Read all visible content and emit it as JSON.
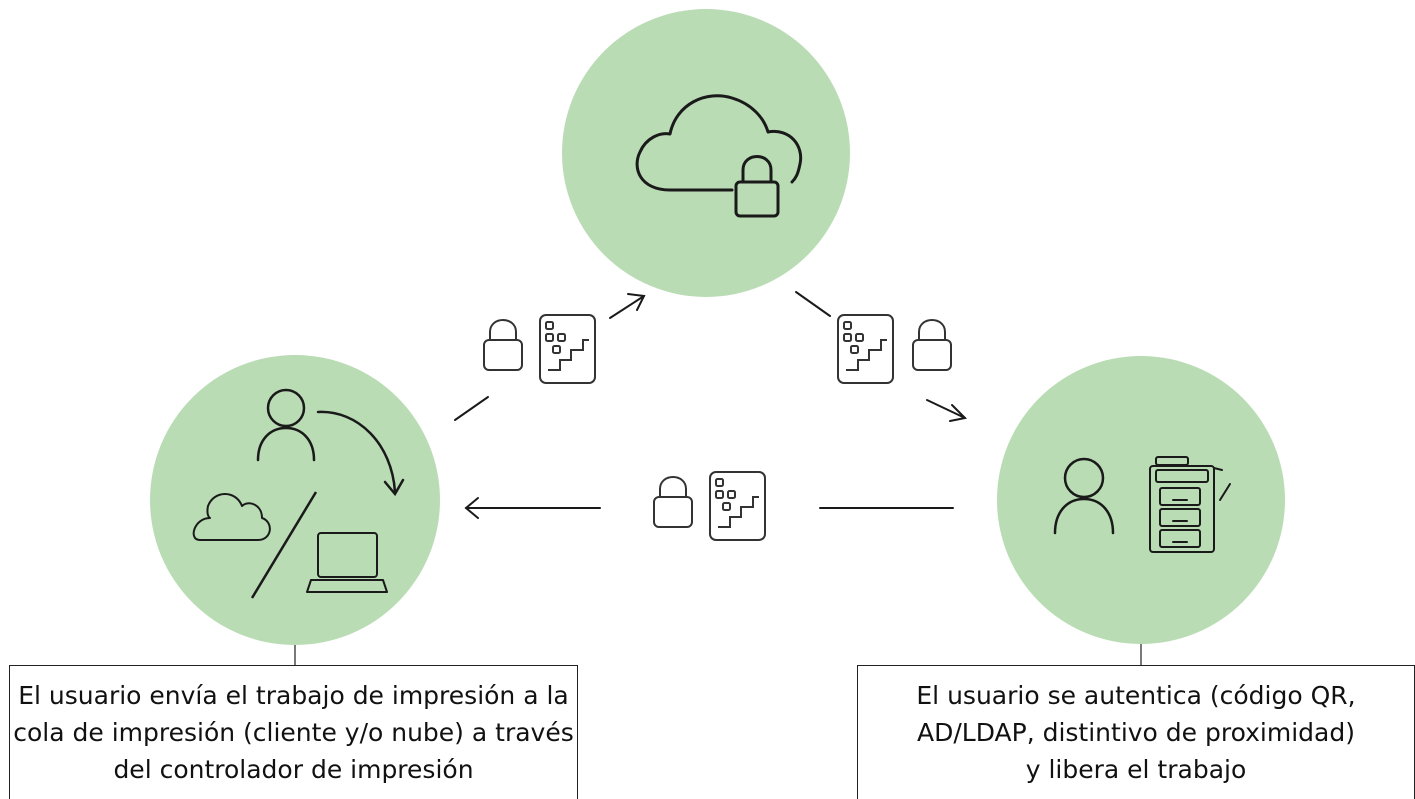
{
  "colors": {
    "circle_fill": "#b9dcb4",
    "stroke": "#1a1a1a",
    "muted_stroke": "#555555"
  },
  "nodes": {
    "cloud_server": {
      "icons": [
        "cloud-icon",
        "padlock-icon"
      ]
    },
    "sender": {
      "icons": [
        "user-icon",
        "curved-arrow-icon",
        "cloud-icon",
        "laptop-icon"
      ]
    },
    "printer_user": {
      "icons": [
        "user-icon",
        "multifunction-printer-icon"
      ]
    }
  },
  "captions": {
    "left": {
      "line1": "El usuario envía el trabajo de impresión a la",
      "line2": "cola de impresión (cliente y/o nube) a través",
      "line3": "del controlador de impresión"
    },
    "right": {
      "line1": "El usuario se autentica (código QR,",
      "line2": "AD/LDAP, distintivo de proximidad)",
      "line3": "y libera el trabajo"
    }
  }
}
